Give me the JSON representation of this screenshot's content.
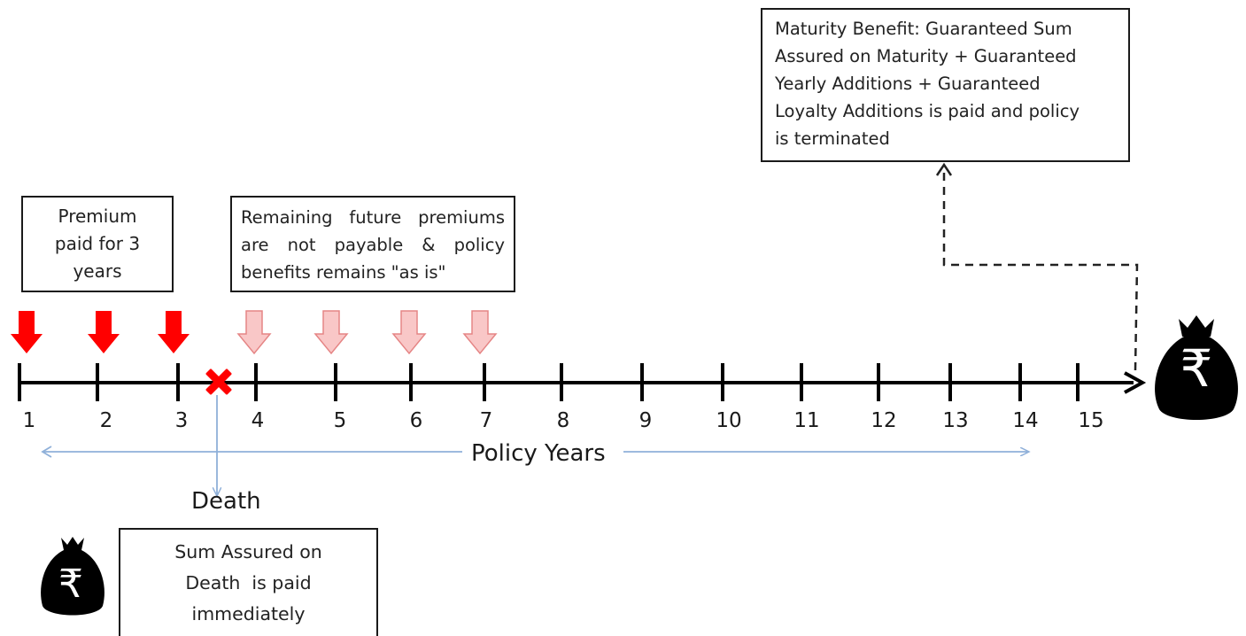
{
  "premium_box": {
    "lines": [
      "Premium",
      "paid for 3",
      "years"
    ]
  },
  "remaining_box": {
    "lines": [
      "Remaining future premiums",
      "are not payable & policy",
      "benefits remains \"as is\""
    ]
  },
  "maturity_box": {
    "lines": [
      "Maturity Benefit: Guaranteed Sum",
      "Assured on Maturity + Guaranteed",
      "Yearly Additions + Guaranteed",
      "Loyalty Additions is paid and policy",
      "is terminated"
    ]
  },
  "death_box": {
    "lines": [
      "Sum Assured on",
      "Death  is paid",
      "immediately"
    ]
  },
  "axis": {
    "title": "Policy Years",
    "ticks": [
      "1",
      "2",
      "3",
      "4",
      "5",
      "6",
      "7",
      "8",
      "9",
      "10",
      "11",
      "12",
      "13",
      "14",
      "15"
    ]
  },
  "death_label": "Death",
  "premiums": {
    "paid_years": 3,
    "waived_years": 4
  },
  "currency_symbol": "₹",
  "colors": {
    "paid_arrow": "#ff0000",
    "waived_arrow": "#f9c7c7",
    "waived_arrow_stroke": "#e58585",
    "death_marker": "#ff0000",
    "span_arrow": "#8fb0d9",
    "money_bag": "#000000"
  },
  "icons": [
    "down-arrow-icon",
    "cross-icon",
    "money-bag-icon"
  ]
}
